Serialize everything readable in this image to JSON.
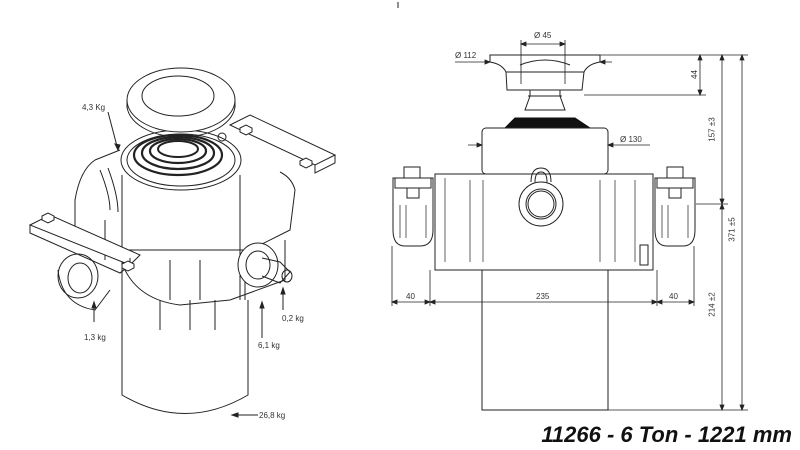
{
  "caption": {
    "part_number": "11266",
    "capacity": "6 Ton",
    "stroke": "1221 mm",
    "text": "11266 - 6 Ton - 1221 mm"
  },
  "isometric_view": {
    "weights": [
      {
        "id": "top-cap",
        "label": "4,3 Kg"
      },
      {
        "id": "side-mount",
        "label": "1,3 kg"
      },
      {
        "id": "fitting",
        "label": "0,2 kg"
      },
      {
        "id": "bracket",
        "label": "6,1 kg"
      },
      {
        "id": "cylinder",
        "label": "26,8 kg"
      }
    ]
  },
  "front_view": {
    "diameters": {
      "rod_top": "Ø 45",
      "head": "Ø 112",
      "body": "Ø 130"
    },
    "horizontal_dims": {
      "left_mount": "40",
      "body_width": "235",
      "right_mount": "40"
    },
    "vertical_dims": {
      "head_height": "44",
      "upper": "157 ±3",
      "lower": "214 ±2",
      "total": "371 ±5"
    }
  },
  "colors": {
    "line": "#222222",
    "background": "#ffffff",
    "text": "#333333",
    "caption": "#111111"
  }
}
